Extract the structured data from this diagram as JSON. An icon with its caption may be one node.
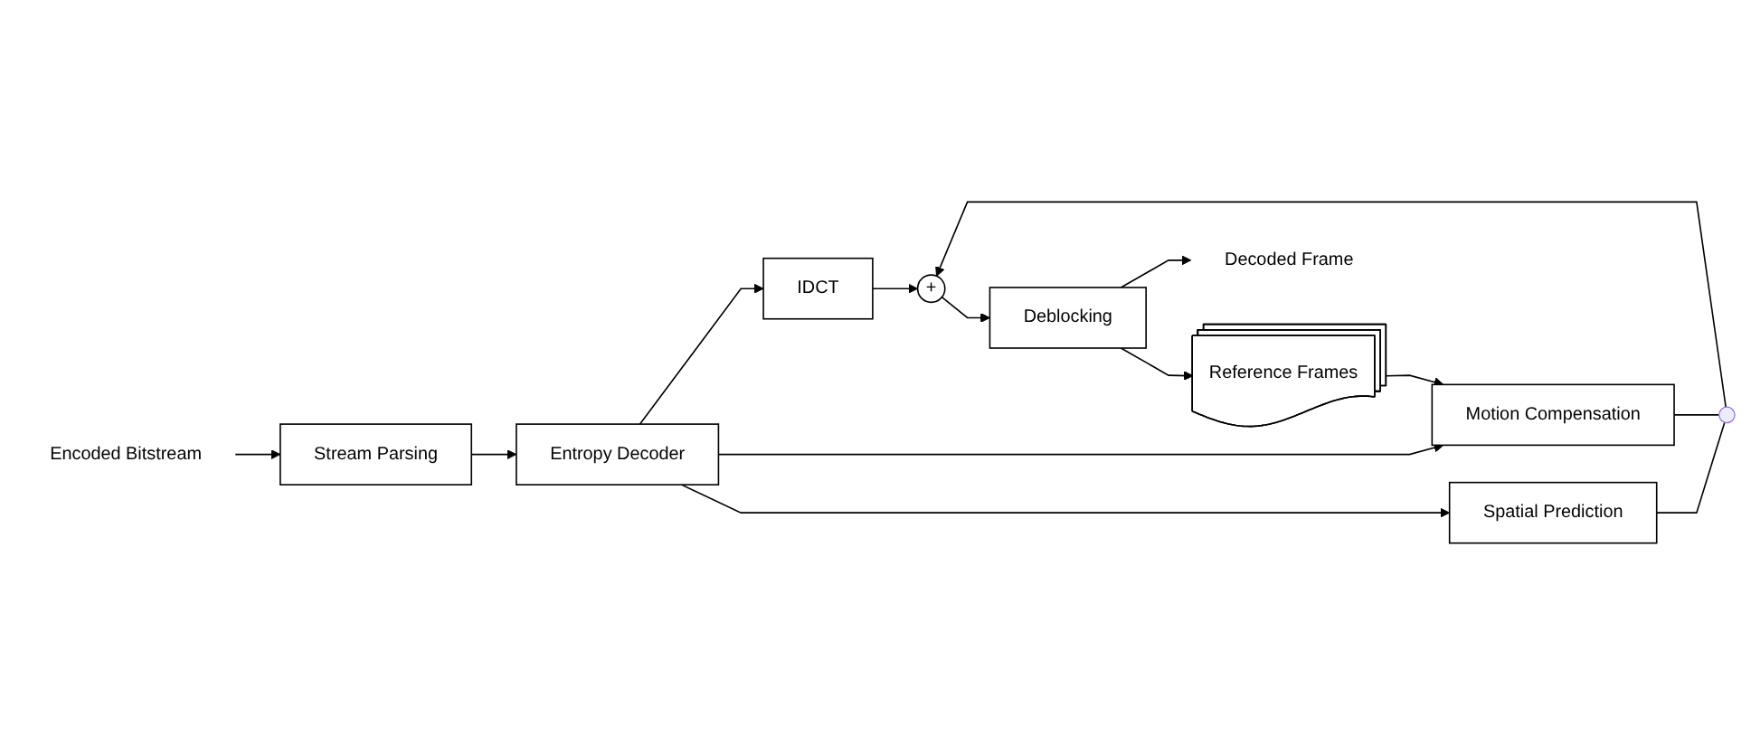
{
  "diagram": {
    "nodes": [
      {
        "text": [
          "Encoded Bitstream"
        ]
      },
      {
        "text": [
          "Stream Parsing"
        ]
      },
      {
        "text": [
          "Entropy Decoder"
        ]
      },
      {
        "text": [
          "IDCT"
        ]
      },
      {
        "text": [
          "Spatial Prediction"
        ]
      },
      {
        "text": [
          "Motion Compensation"
        ]
      },
      {
        "text": [
          "Reference Frames"
        ]
      },
      {
        "text": [],
        "shape": "switch"
      },
      {
        "text": [
          "+"
        ]
      },
      {
        "text": [
          "Deblocking"
        ]
      },
      {
        "text": [
          "Decoded Frame"
        ]
      }
    ],
    "edges": [
      {
        "from": 0,
        "to": 1,
        "arrow": "to"
      },
      {
        "from": 1,
        "to": 2,
        "arrow": "to"
      },
      {
        "from": 2,
        "to": 3,
        "arrow": "to"
      },
      {
        "from": 2,
        "to": 4,
        "arrow": "to"
      },
      {
        "from": 2,
        "to": 5,
        "arrow": "to"
      },
      {
        "from": 3,
        "to": 8,
        "arrow": "to"
      },
      {
        "from": 4,
        "to": 7,
        "arrow": "none"
      },
      {
        "from": 5,
        "to": 7,
        "arrow": "none"
      },
      {
        "from": 7,
        "to": 8,
        "arrow": "to"
      },
      {
        "from": 8,
        "to": 9,
        "arrow": "to"
      },
      {
        "from": 9,
        "to": 10,
        "arrow": "to"
      },
      {
        "from": 9,
        "to": 6,
        "arrow": "to"
      },
      {
        "from": 6,
        "to": 5,
        "arrow": "to"
      }
    ]
  }
}
